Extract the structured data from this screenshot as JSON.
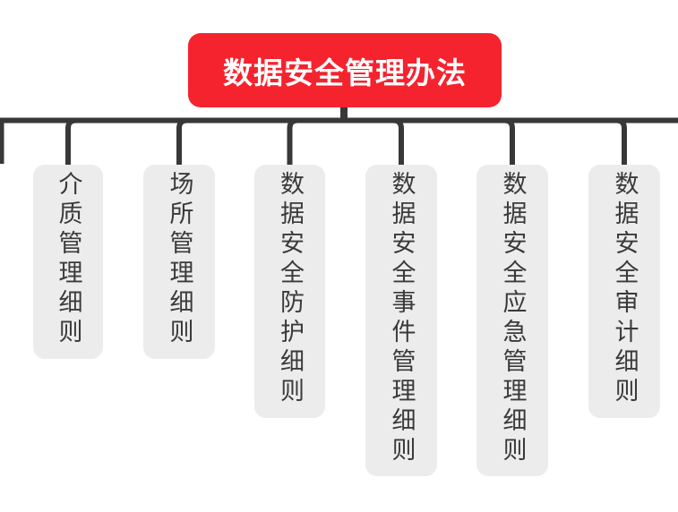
{
  "root": {
    "label": "数据安全管理办法"
  },
  "children": [
    {
      "label": "介质管理细则"
    },
    {
      "label": "场所管理细则"
    },
    {
      "label": "数据安全防护细则"
    },
    {
      "label": "数据安全事件管理细则"
    },
    {
      "label": "数据安全应急管理细则"
    },
    {
      "label": "数据安全审计细则"
    }
  ],
  "colors": {
    "root-bg": "#f5232e",
    "root-text": "#ffffff",
    "node-bg": "#ececec",
    "node-text": "#3a3a3a",
    "connector": "#383838",
    "canvas-bg": "#ffffff"
  }
}
